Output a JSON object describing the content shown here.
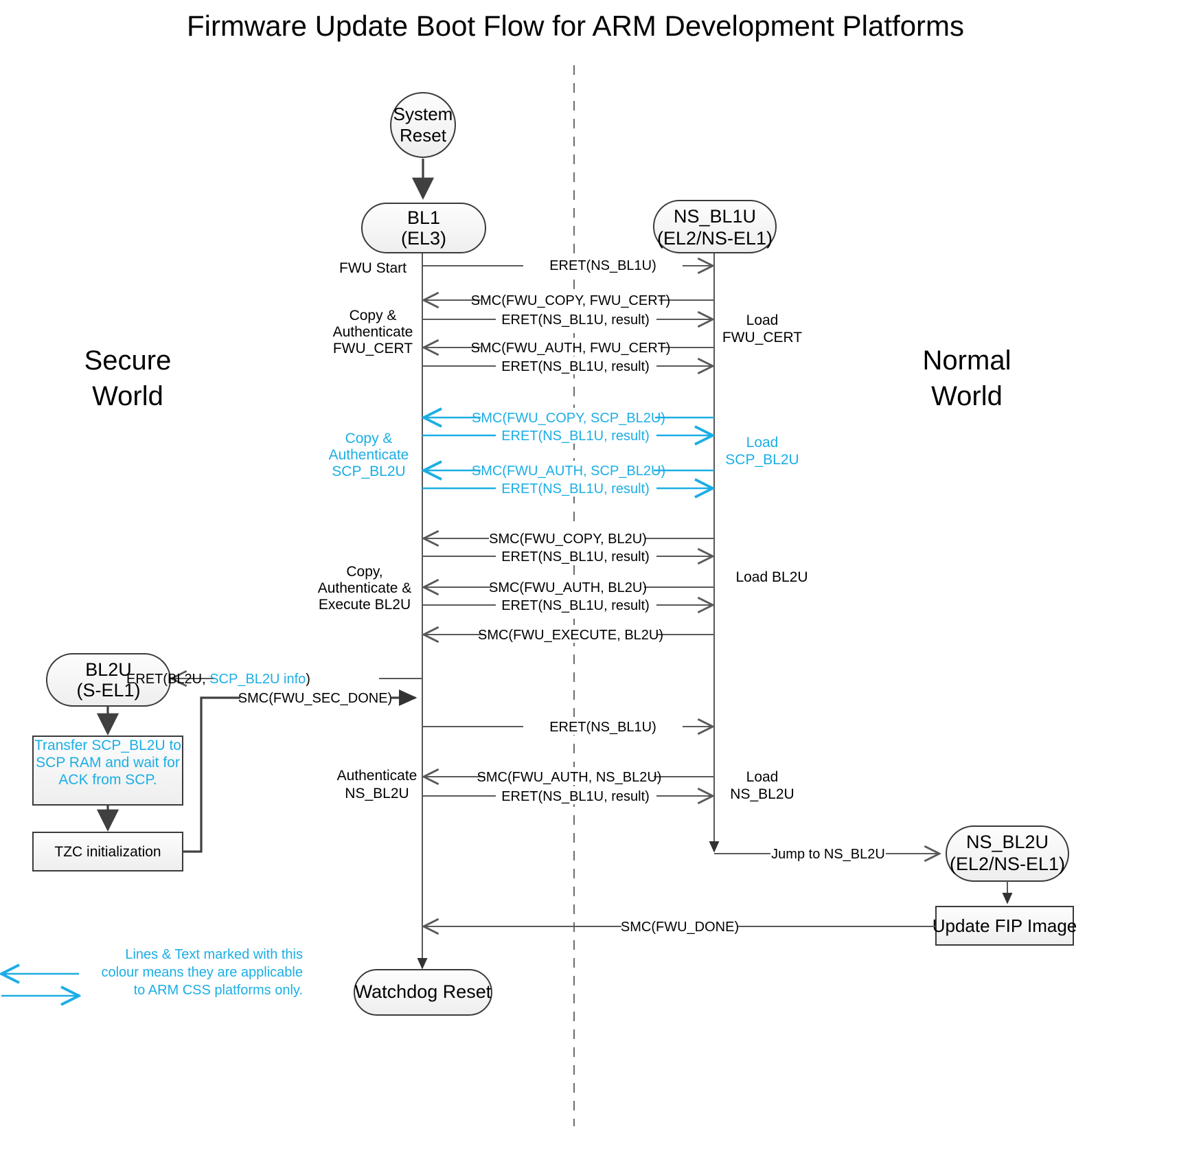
{
  "title": "Firmware Update Boot Flow for ARM Development Platforms",
  "colors": {
    "accent_cyan": "#1BAEE5",
    "line_gray": "#595959",
    "node_stroke": "#3a3a3a",
    "node_fill": "#f4f4f4"
  },
  "worlds": {
    "secure_line1": "Secure",
    "secure_line2": "World",
    "normal_line1": "Normal",
    "normal_line2": "World"
  },
  "nodes": {
    "system_reset": {
      "line1": "System",
      "line2": "Reset"
    },
    "bl1": {
      "line1": "BL1",
      "line2": "(EL3)"
    },
    "ns_bl1u": {
      "line1": "NS_BL1U",
      "line2": "(EL2/NS-EL1)"
    },
    "bl2u": {
      "line1": "BL2U",
      "line2": "(S-EL1)"
    },
    "ns_bl2u": {
      "line1": "NS_BL2U",
      "line2": "(EL2/NS-EL1)"
    },
    "watchdog_reset": {
      "line1": "Watchdog Reset"
    },
    "transfer_box": {
      "line1": "Transfer SCP_BL2U to",
      "line2": "SCP RAM and wait for",
      "line3": "ACK from SCP."
    },
    "tzc_box": {
      "line1": "TZC initialization"
    },
    "update_fip_box": {
      "line1": "Update FIP Image"
    }
  },
  "left_labels": [
    {
      "id": "fwu-start",
      "lines": [
        "FWU Start"
      ],
      "cyan": false
    },
    {
      "id": "copy-auth-fwu-cert",
      "lines": [
        "Copy &",
        "Authenticate",
        "FWU_CERT"
      ],
      "cyan": false
    },
    {
      "id": "copy-auth-scp-bl2u",
      "lines": [
        "Copy &",
        "Authenticate",
        "SCP_BL2U"
      ],
      "cyan": true
    },
    {
      "id": "copy-auth-exec-bl2u",
      "lines": [
        "Copy,",
        "Authenticate &",
        "Execute BL2U"
      ],
      "cyan": false
    },
    {
      "id": "authenticate-ns-bl2u",
      "lines": [
        "Authenticate",
        "NS_BL2U"
      ],
      "cyan": false
    }
  ],
  "right_labels": [
    {
      "id": "load-fwu-cert",
      "lines": [
        "Load",
        "FWU_CERT"
      ],
      "cyan": false
    },
    {
      "id": "load-scp-bl2u",
      "lines": [
        "Load",
        "SCP_BL2U"
      ],
      "cyan": true
    },
    {
      "id": "load-bl2u",
      "lines": [
        "Load BL2U"
      ],
      "cyan": false
    },
    {
      "id": "load-ns-bl2u",
      "lines": [
        "Load",
        "NS_BL2U"
      ],
      "cyan": false
    }
  ],
  "messages": [
    {
      "id": "m1",
      "text": "ERET(NS_BL1U)",
      "dir": "right",
      "cyan": false
    },
    {
      "id": "m2",
      "text": "SMC(FWU_COPY, FWU_CERT)",
      "dir": "left",
      "cyan": false
    },
    {
      "id": "m3",
      "text": "ERET(NS_BL1U, result)",
      "dir": "right",
      "cyan": false
    },
    {
      "id": "m4",
      "text": "SMC(FWU_AUTH, FWU_CERT)",
      "dir": "left",
      "cyan": false
    },
    {
      "id": "m5",
      "text": "ERET(NS_BL1U, result)",
      "dir": "right",
      "cyan": false
    },
    {
      "id": "m6",
      "text": "SMC(FWU_COPY, SCP_BL2U)",
      "dir": "left",
      "cyan": true
    },
    {
      "id": "m7",
      "text": "ERET(NS_BL1U, result)",
      "dir": "right",
      "cyan": true
    },
    {
      "id": "m8",
      "text": "SMC(FWU_AUTH, SCP_BL2U)",
      "dir": "left",
      "cyan": true
    },
    {
      "id": "m9",
      "text": "ERET(NS_BL1U, result)",
      "dir": "right",
      "cyan": true
    },
    {
      "id": "m10",
      "text": "SMC(FWU_COPY, BL2U)",
      "dir": "left",
      "cyan": false
    },
    {
      "id": "m11",
      "text": "ERET(NS_BL1U, result)",
      "dir": "right",
      "cyan": false
    },
    {
      "id": "m12",
      "text": "SMC(FWU_AUTH, BL2U)",
      "dir": "left",
      "cyan": false
    },
    {
      "id": "m13",
      "text": "ERET(NS_BL1U, result)",
      "dir": "right",
      "cyan": false
    },
    {
      "id": "m14",
      "text": "SMC(FWU_EXECUTE, BL2U)",
      "dir": "left",
      "cyan": false
    },
    {
      "id": "m17",
      "text": "ERET(NS_BL1U)",
      "dir": "right",
      "cyan": false
    },
    {
      "id": "m18",
      "text": "SMC(FWU_AUTH, NS_BL2U)",
      "dir": "left",
      "cyan": false
    },
    {
      "id": "m19",
      "text": "ERET(NS_BL1U, result)",
      "dir": "right",
      "cyan": false
    }
  ],
  "bl2u_messages": {
    "eret_bl2u_prefix": "ERET(BL2U, ",
    "eret_bl2u_cyan": "SCP_BL2U info",
    "eret_bl2u_suffix": ")",
    "smc_fwu_sec_done": "SMC(FWU_SEC_DONE)"
  },
  "tail_messages": {
    "jump_to_ns_bl2u": "Jump to NS_BL2U",
    "smc_fwu_done": "SMC(FWU_DONE)"
  },
  "legend": {
    "line1": "Lines & Text marked with this",
    "line2": "colour means they are applicable",
    "line3": "to ARM CSS platforms only."
  }
}
